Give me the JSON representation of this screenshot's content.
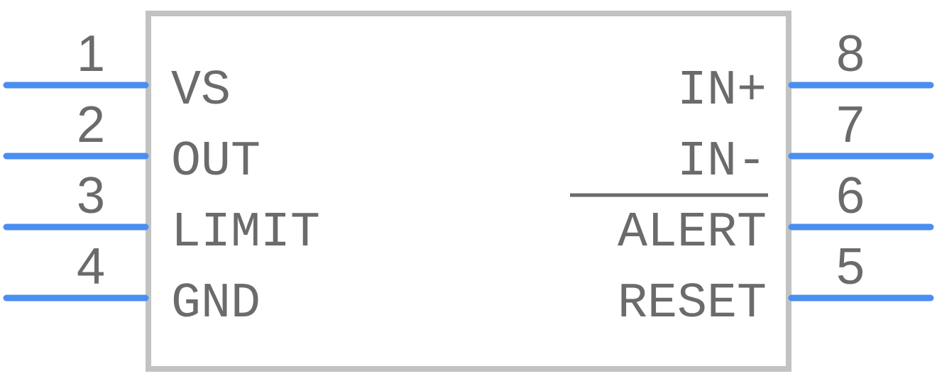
{
  "colors": {
    "body_outline": "#c2c2c2",
    "pin_line": "#4a8ef0",
    "text": "#6b6b6b"
  },
  "left_pins": [
    {
      "number": "1",
      "name": "VS"
    },
    {
      "number": "2",
      "name": "OUT"
    },
    {
      "number": "3",
      "name": "LIMIT"
    },
    {
      "number": "4",
      "name": "GND"
    }
  ],
  "right_pins": [
    {
      "number": "8",
      "name": "IN+",
      "active_low": false
    },
    {
      "number": "7",
      "name": "IN-",
      "active_low": false
    },
    {
      "number": "6",
      "name": "ALERT",
      "active_low": true
    },
    {
      "number": "5",
      "name": "RESET",
      "active_low": false
    }
  ]
}
